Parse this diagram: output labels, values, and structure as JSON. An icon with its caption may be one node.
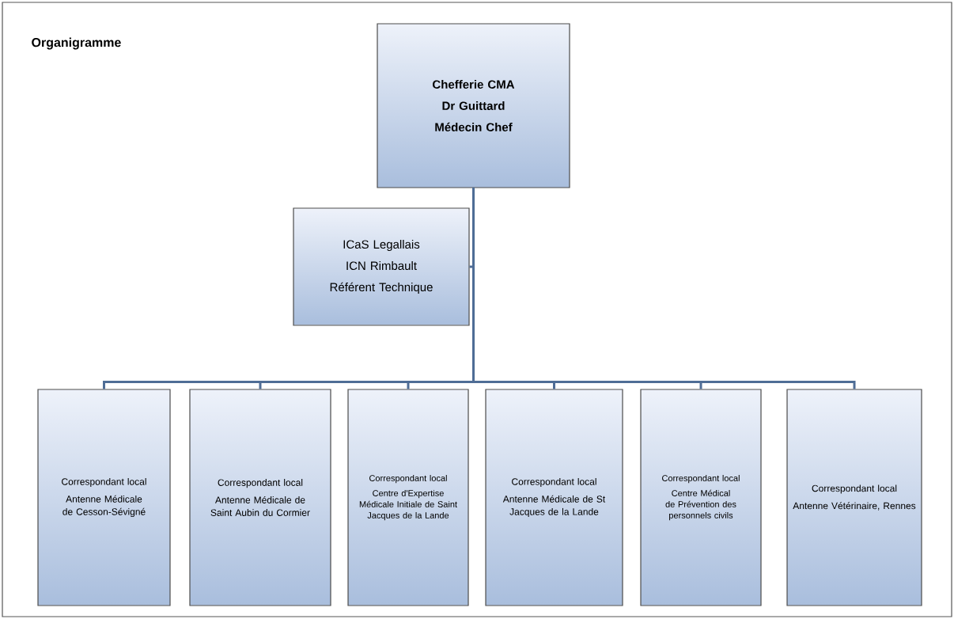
{
  "diagram": {
    "title": "Organigramme",
    "nodes": [
      {
        "text": [
          "Chefferie CMA",
          "Dr Guittard",
          "Médecin Chef"
        ]
      },
      {
        "text": [
          "ICaS Legallais",
          "ICN Rimbault",
          "Référent Technique"
        ]
      },
      {
        "text": [
          "Correspondant local",
          "Antenne Médicale de Cesson-Sévigné"
        ]
      },
      {
        "text": [
          "Correspondant local",
          "Antenne Médicale de Saint Aubin du Cormier"
        ]
      },
      {
        "text": [
          "Correspondant local",
          "Centre d'Expertise Médicale Initiale de Saint Jacques de la Lande"
        ]
      },
      {
        "text": [
          "Correspondant local",
          "Antenne Médicale de St Jacques de la Lande"
        ]
      },
      {
        "text": [
          "Correspondant local",
          "Centre Médical de Prévention des personnels civils"
        ]
      },
      {
        "text": [
          "Correspondant local",
          "Antenne Vétérinaire, Rennes"
        ]
      }
    ],
    "edges": [
      {
        "from": 0,
        "to": 1,
        "arrow": "none"
      },
      {
        "from": 0,
        "to": 2,
        "arrow": "none"
      },
      {
        "from": 0,
        "to": 3,
        "arrow": "none"
      },
      {
        "from": 0,
        "to": 4,
        "arrow": "none"
      },
      {
        "from": 0,
        "to": 5,
        "arrow": "none"
      },
      {
        "from": 0,
        "to": 6,
        "arrow": "none"
      },
      {
        "from": 0,
        "to": 7,
        "arrow": "none"
      }
    ]
  }
}
